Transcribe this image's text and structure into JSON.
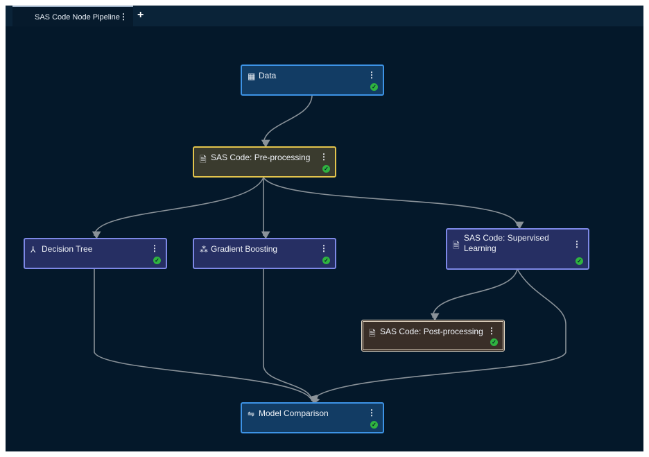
{
  "tabs": [
    {
      "label": "SAS Code Node Pipeline",
      "menu_icon": "more-vertical-icon"
    }
  ],
  "add_tab_label": "+",
  "nodes": {
    "data": {
      "label": "Data",
      "icon": "data-table-icon",
      "status": "completed"
    },
    "preprocessing": {
      "label": "SAS Code:  Pre-processing",
      "icon": "code-file-icon",
      "status": "completed"
    },
    "decision_tree": {
      "label": "Decision Tree",
      "icon": "tree-icon",
      "status": "completed"
    },
    "gradient_boosting": {
      "label": "Gradient Boosting",
      "icon": "boosting-icon",
      "status": "completed"
    },
    "supervised": {
      "label": "SAS Code: Supervised Learning",
      "icon": "code-file-icon",
      "status": "completed"
    },
    "postprocessing": {
      "label": "SAS Code:  Post-processing",
      "icon": "code-file-icon",
      "status": "completed"
    },
    "model_comparison": {
      "label": "Model Comparison",
      "icon": "compare-icon",
      "status": "completed"
    }
  },
  "colors": {
    "background": "#04182a",
    "success": "#2fb340",
    "edge": "#8a9299"
  }
}
